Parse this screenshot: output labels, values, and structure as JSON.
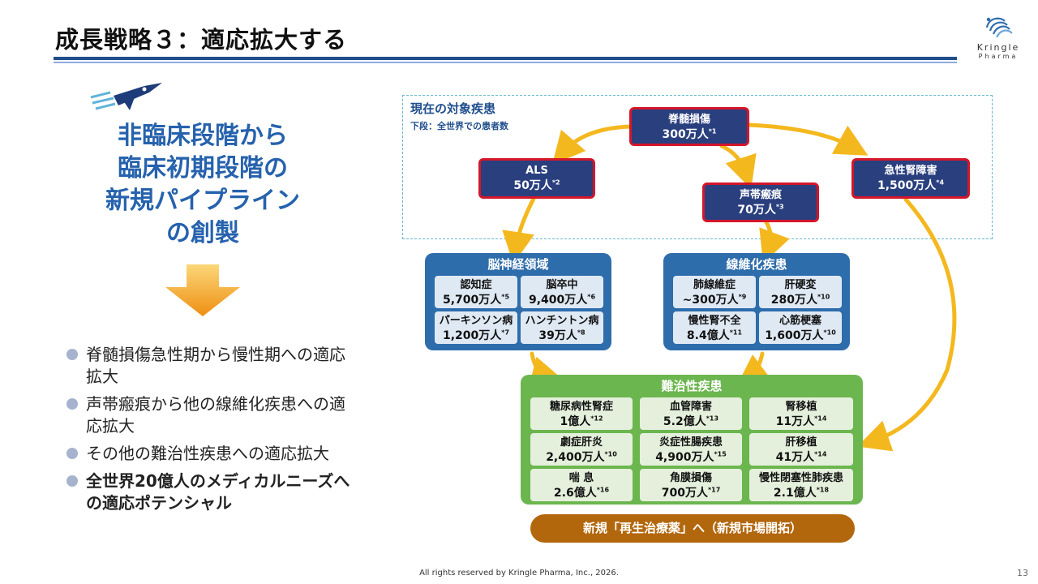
{
  "slide": {
    "title": "成長戦略３：適応拡大する",
    "page_number": "13",
    "footer": "All rights reserved by Kringle Pharma, Inc., 2026."
  },
  "logo": {
    "name": "Kringle",
    "sub": "Pharma"
  },
  "left": {
    "headline": [
      "非臨床段階から",
      "臨床初期段階の",
      "新規パイプライン",
      "の創製"
    ],
    "bullets": [
      {
        "text": "脊髄損傷急性期から慢性期への適応拡大",
        "bold": false
      },
      {
        "text": "声帯瘢痕から他の線維化疾患への適応拡大",
        "bold": false
      },
      {
        "text": "その他の難治性疾患への適応拡大",
        "bold": false
      },
      {
        "text": "全世界20億人のメディカルニーズへの適応ポテンシャル",
        "bold": true
      }
    ]
  },
  "current": {
    "title": "現在の対象疾患",
    "subtitle": "下段：全世界での患者数",
    "diseases": [
      {
        "id": "sci",
        "name": "脊髄損傷",
        "count": "300万人",
        "note": "*1"
      },
      {
        "id": "als",
        "name": "ALS",
        "count": "50万人",
        "note": "*2"
      },
      {
        "id": "vfs",
        "name": "声帯瘢痕",
        "count": "70万人",
        "note": "*3"
      },
      {
        "id": "aki",
        "name": "急性腎障害",
        "count": "1,500万人",
        "note": "*4"
      }
    ]
  },
  "groups": {
    "neuro": {
      "title": "脳神経領域",
      "items": [
        {
          "name": "認知症",
          "count": "5,700万人",
          "note": "*5"
        },
        {
          "name": "脳卒中",
          "count": "9,400万人",
          "note": "*6"
        },
        {
          "name": "パーキンソン病",
          "count": "1,200万人",
          "note": "*7"
        },
        {
          "name": "ハンチントン病",
          "count": "39万人",
          "note": "*8"
        }
      ]
    },
    "fibrosis": {
      "title": "線維化疾患",
      "items": [
        {
          "name": "肺線維症",
          "count": "~300万人",
          "note": "*9"
        },
        {
          "name": "肝硬変",
          "count": "280万人",
          "note": "*10"
        },
        {
          "name": "慢性腎不全",
          "count": "8.4億人",
          "note": "*11"
        },
        {
          "name": "心筋梗塞",
          "count": "1,600万人",
          "note": "*10"
        }
      ]
    },
    "intractable": {
      "title": "難治性疾患",
      "items": [
        {
          "name": "糖尿病性腎症",
          "count": "1億人",
          "note": "*12"
        },
        {
          "name": "血管障害",
          "count": "5.2億人",
          "note": "*13"
        },
        {
          "name": "腎移植",
          "count": "11万人",
          "note": "*14"
        },
        {
          "name": "劇症肝炎",
          "count": "2,400万人",
          "note": "*10"
        },
        {
          "name": "炎症性腸疾患",
          "count": "4,900万人",
          "note": "*15"
        },
        {
          "name": "肝移植",
          "count": "41万人",
          "note": "*14"
        },
        {
          "name": "喘 息",
          "count": "2.6億人",
          "note": "*16"
        },
        {
          "name": "角膜損傷",
          "count": "700万人",
          "note": "*17"
        },
        {
          "name": "慢性閉塞性肺疾患",
          "count": "2.1億人",
          "note": "*18"
        }
      ]
    }
  },
  "conclusion": "新規「再生治療薬」へ（新規市場開拓）",
  "colors": {
    "accent_blue": "#2662ad",
    "disease_fill": "#2a3f7e",
    "disease_border": "#d4162a",
    "arrow": "#f4b81f",
    "neuro_group": "#2e6dab",
    "intractable_group": "#6cb64f",
    "conclusion": "#b2670d"
  },
  "icons": {
    "logo": "kringle-logo-icon",
    "rocket": "rocket-icon",
    "arrow": "down-arrow-icon",
    "bullet": "circle-bullet-icon"
  }
}
